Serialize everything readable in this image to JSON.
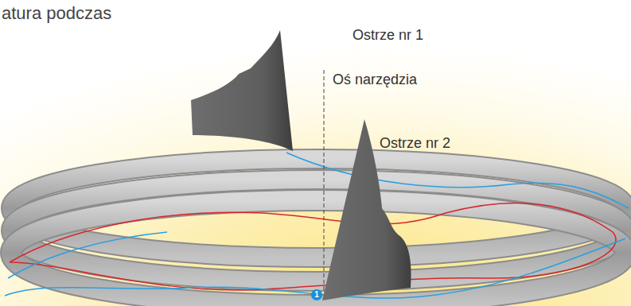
{
  "diagram": {
    "labels": [
      "atura podczas",
      "Ostrze nr 1",
      "Oś narzędzia",
      "Ostrze nr 2",
      "1"
    ]
  }
}
